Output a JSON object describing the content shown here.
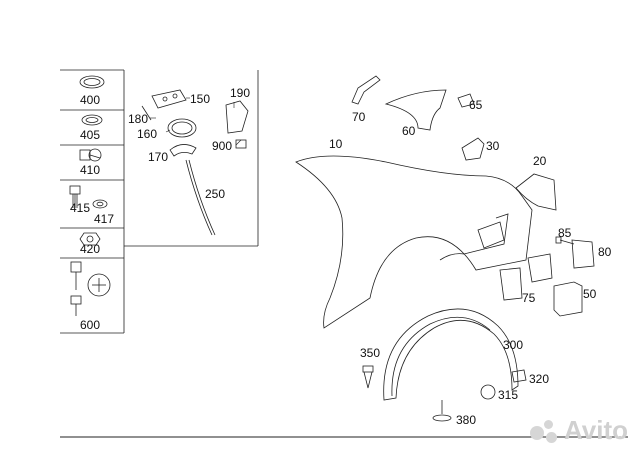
{
  "diagram": {
    "part_numbers": {
      "p400": "400",
      "p405": "405",
      "p410": "410",
      "p415": "415",
      "p417": "417",
      "p420": "420",
      "p600": "600",
      "p150": "150",
      "p190": "190",
      "p180": "180",
      "p160": "160",
      "p900": "900",
      "p170": "170",
      "p250": "250",
      "p70": "70",
      "p65": "65",
      "p60": "60",
      "p10": "10",
      "p30": "30",
      "p20": "20",
      "p85": "85",
      "p80": "80",
      "p75": "75",
      "p50": "50",
      "p300": "300",
      "p350": "350",
      "p320": "320",
      "p315": "315",
      "p380": "380"
    }
  },
  "watermark": {
    "text": "Avito"
  }
}
